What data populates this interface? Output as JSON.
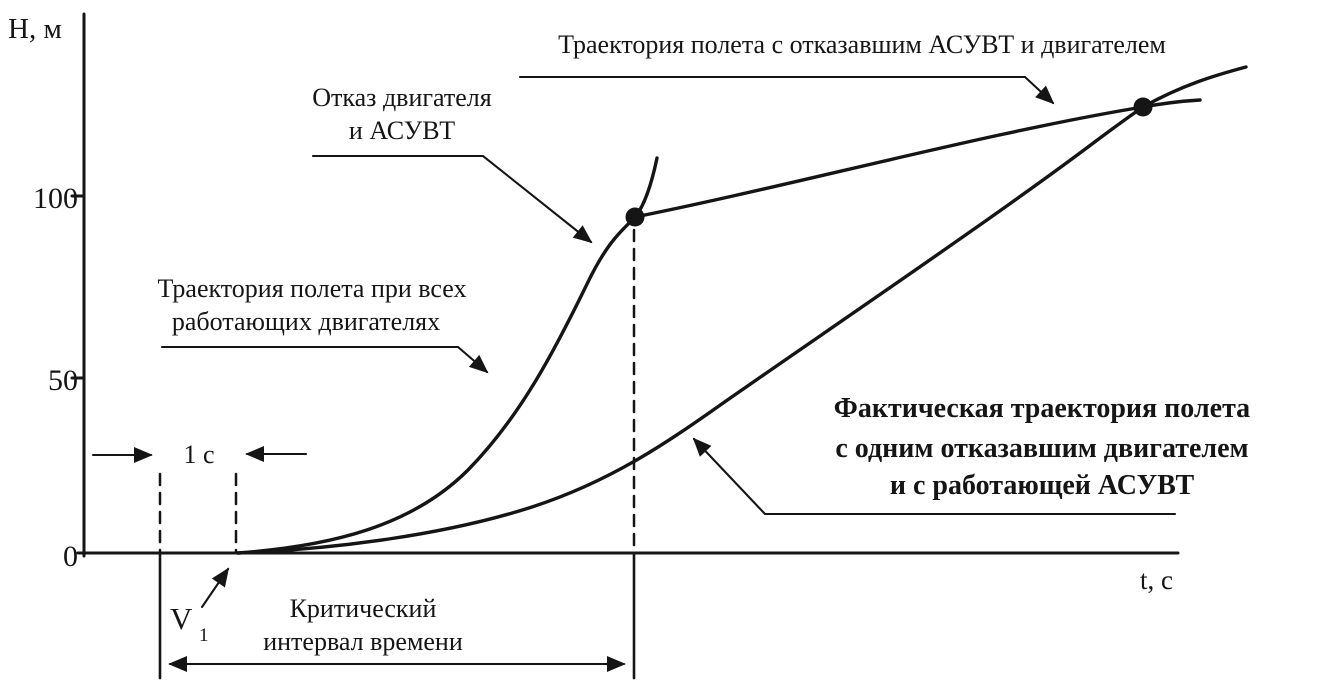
{
  "colors": {
    "ink": "#151515",
    "background": "#ffffff"
  },
  "labels": {
    "y_axis": "Н, м",
    "x_axis": "t, с",
    "ticks": {
      "t100": "100",
      "t50": "50",
      "t0": "0"
    },
    "traj_failed": "Траектория полета с отказавшим АСУВТ и двигателем",
    "engine_failure": {
      "line1": "Отказ двигателя",
      "line2": "и АСУВТ"
    },
    "all_engines": {
      "line1": "Траектория полета при всех",
      "line2": "работающих двигателях"
    },
    "actual": {
      "line1": "Фактическая траектория полета",
      "line2": "с одним отказавшим двигателем",
      "line3": "и с работающей АСУВТ"
    },
    "one_second": "1 с",
    "v1": {
      "base": "V",
      "sub": "1"
    },
    "critical": {
      "line1": "Критический",
      "line2": "интервал времени"
    }
  },
  "chart_data": {
    "type": "line",
    "title": "",
    "xlabel": "t, с",
    "ylabel": "Н, м",
    "xlim_s": [
      0,
      14.5
    ],
    "ylim": [
      0,
      140
    ],
    "y_ticks": [
      0,
      50,
      100
    ],
    "x_ticks": [],
    "grid": false,
    "legend_position": "inline-annotations",
    "series": [
      {
        "name": "Траектория полета при всех работающих двигателях",
        "points_t_H": [
          [
            1,
            0
          ],
          [
            2,
            3
          ],
          [
            3,
            9
          ],
          [
            4,
            20
          ],
          [
            5,
            38
          ],
          [
            5.8,
            65
          ],
          [
            6.25,
            95
          ],
          [
            6.6,
            112
          ]
        ]
      },
      {
        "name": "Траектория полета с отказавшим АСУВТ и двигателем",
        "points_t_H": [
          [
            6.25,
            95
          ],
          [
            8,
            104
          ],
          [
            10,
            113
          ],
          [
            12.9,
            125
          ],
          [
            13.7,
            127
          ]
        ]
      },
      {
        "name": "Фактическая траектория полета с одним отказавшим двигателем и с работающей АСУВТ",
        "points_t_H": [
          [
            1,
            0
          ],
          [
            2,
            1
          ],
          [
            3,
            4
          ],
          [
            4,
            8
          ],
          [
            5,
            13
          ],
          [
            6.25,
            26
          ],
          [
            8,
            47
          ],
          [
            10,
            77
          ],
          [
            12,
            106
          ],
          [
            12.9,
            125
          ],
          [
            14.3,
            136
          ]
        ]
      }
    ],
    "event_markers": [
      {
        "label": "Отказ двигателя и АСУВТ",
        "t": 6.25,
        "H": 95
      },
      {
        "label": "Траектория полета с отказавшим АСУВТ и двигателем",
        "t": 12.9,
        "H": 125
      }
    ],
    "annotations": [
      {
        "text": "V₁",
        "t": 1,
        "H": 0
      },
      {
        "text": "1 с",
        "span_t": [
          0,
          1
        ]
      },
      {
        "text": "Критический интервал времени",
        "span_t": [
          0,
          6.25
        ]
      }
    ]
  }
}
